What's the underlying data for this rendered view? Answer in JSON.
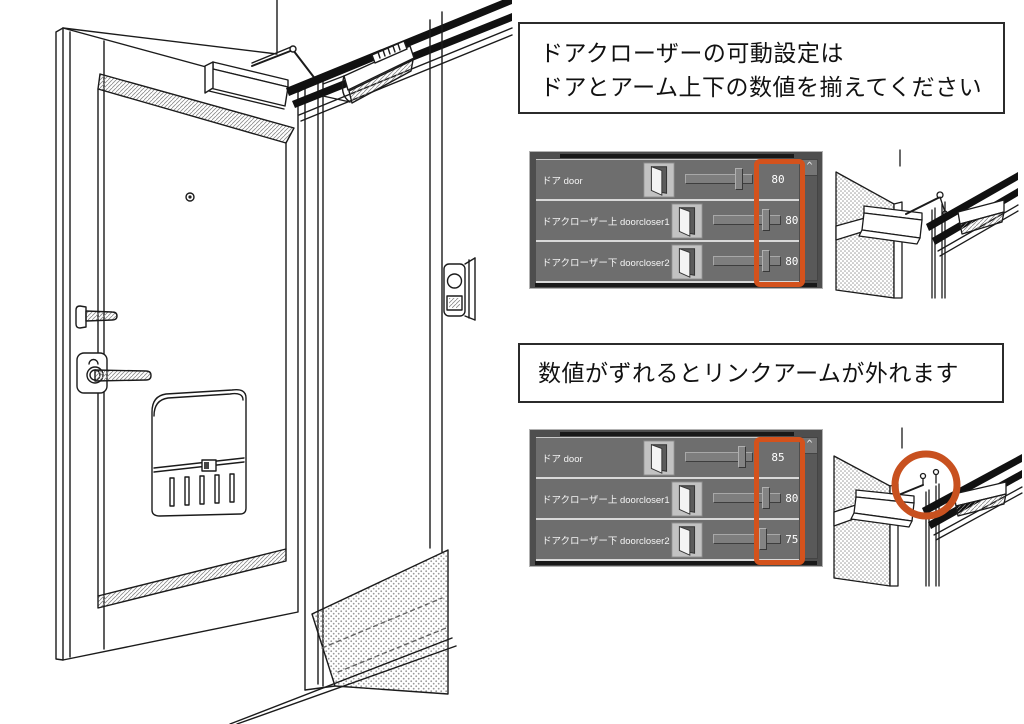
{
  "notes": {
    "setup": {
      "line1": "ドアクローザーの可動設定は",
      "line2": "ドアとアーム上下の数値を揃えてください"
    },
    "warning": {
      "line1": "数値がずれるとリンクアームが外れます"
    }
  },
  "panels": [
    {
      "name": "aligned-values",
      "scroll_up_glyph": "^",
      "rows": [
        {
          "label": "ドア door",
          "value": "80"
        },
        {
          "label": "ドアクローザー上 doorcloser1",
          "value": "80"
        },
        {
          "label": "ドアクローザー下 doorcloser2",
          "value": "80"
        }
      ]
    },
    {
      "name": "misaligned-values",
      "scroll_up_glyph": "^",
      "rows": [
        {
          "label": "ドア door",
          "value": "85"
        },
        {
          "label": "ドアクローザー上 doorcloser1",
          "value": "80"
        },
        {
          "label": "ドアクローザー下 doorcloser2",
          "value": "75"
        }
      ]
    }
  ],
  "colors": {
    "highlight": "#d4521c",
    "panel_bg": "#4e4e4e",
    "row_bg": "#6e6e6e",
    "row_text": "#f4f4f4"
  },
  "icons": {
    "row_icon": "open-door-thumbnail",
    "scroll_icon": "chevron-up",
    "warning_marker": "detached-arm-circle"
  }
}
